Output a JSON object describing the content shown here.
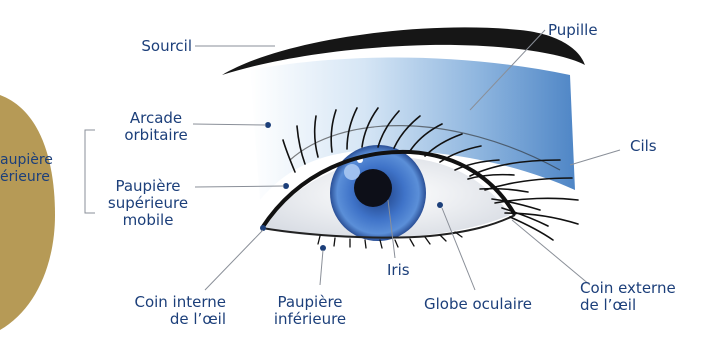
{
  "colors": {
    "label": "#1c3f7a",
    "iris": "#3f73c8",
    "eyeshadow": "#8fb6df",
    "gold": "#b69a56"
  },
  "labels": {
    "sourcil": "Sourcil",
    "pupille": "Pupille",
    "arcade": [
      "Arcade",
      "orbitaire"
    ],
    "paupiere_sup_cut": [
      "aupière",
      "érieure"
    ],
    "paupiere_mobile": [
      "Paupière",
      "supérieure",
      "mobile"
    ],
    "cils": "Cils",
    "iris": "Iris",
    "coin_interne": [
      "Coin interne",
      "de l’œil"
    ],
    "paupiere_inf": [
      "Paupière",
      "inférieure"
    ],
    "globe": "Globe oculaire",
    "coin_externe": [
      "Coin externe",
      "de l’œil"
    ]
  }
}
